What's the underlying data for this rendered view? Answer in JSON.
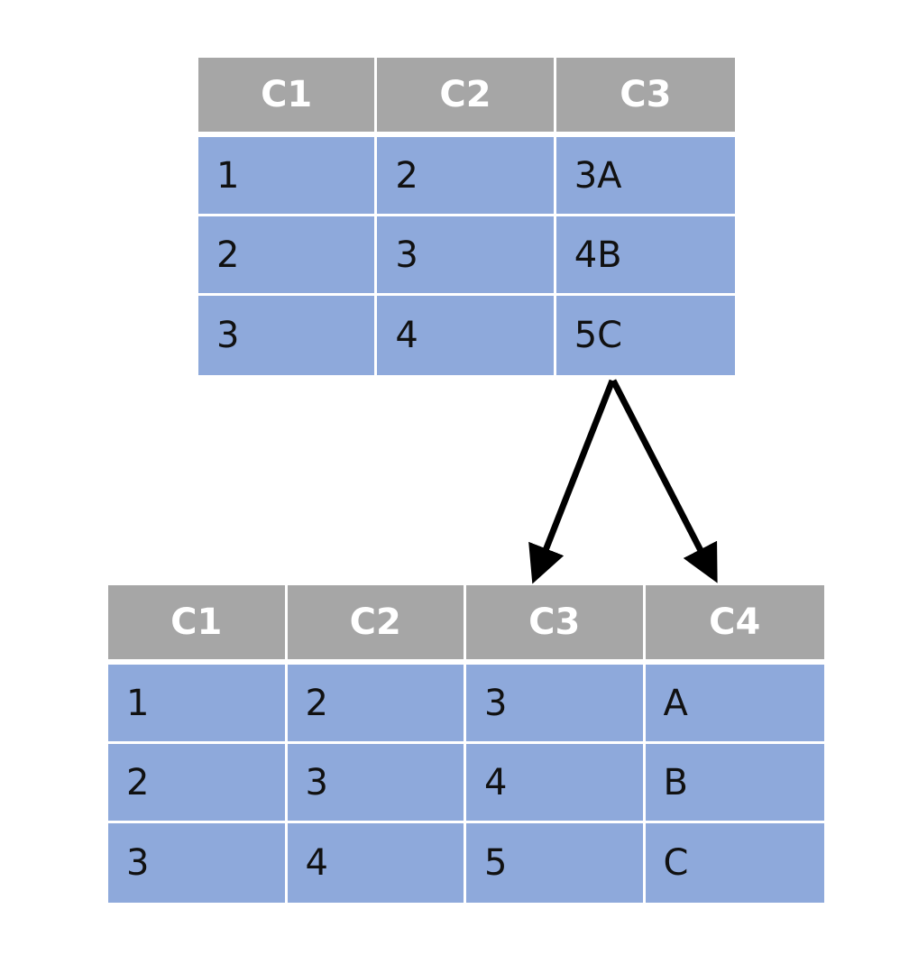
{
  "top_table": {
    "headers": [
      "C1",
      "C2",
      "C3"
    ],
    "rows": [
      [
        "1",
        "2",
        "3A"
      ],
      [
        "2",
        "3",
        "4B"
      ],
      [
        "3",
        "4",
        "5C"
      ]
    ]
  },
  "bottom_table": {
    "headers": [
      "C1",
      "C2",
      "C3",
      "C4"
    ],
    "rows": [
      [
        "1",
        "2",
        "3",
        "A"
      ],
      [
        "2",
        "3",
        "4",
        "B"
      ],
      [
        "3",
        "4",
        "5",
        "C"
      ]
    ]
  },
  "colors": {
    "header_bg": "#a6a6a6",
    "cell_bg": "#8ea9db",
    "arrow": "#000000"
  }
}
